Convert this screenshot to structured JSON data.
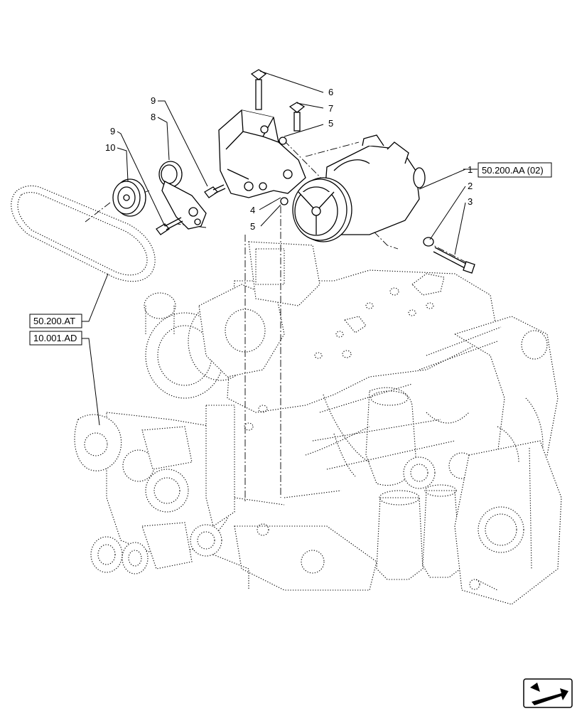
{
  "callouts": {
    "c1": "1",
    "c2": "2",
    "c3": "3",
    "c4": "4",
    "c5a": "5",
    "c5b": "5",
    "c6": "6",
    "c7": "7",
    "c8": "8",
    "c9a": "9",
    "c9b": "9",
    "c10": "10"
  },
  "references": {
    "compressor_ref": "50.200.AA (02)",
    "belt_ref": "50.200.AT",
    "engine_ref": "10.001.AD"
  },
  "icons": {
    "nav": "next-page-arrow-icon"
  }
}
